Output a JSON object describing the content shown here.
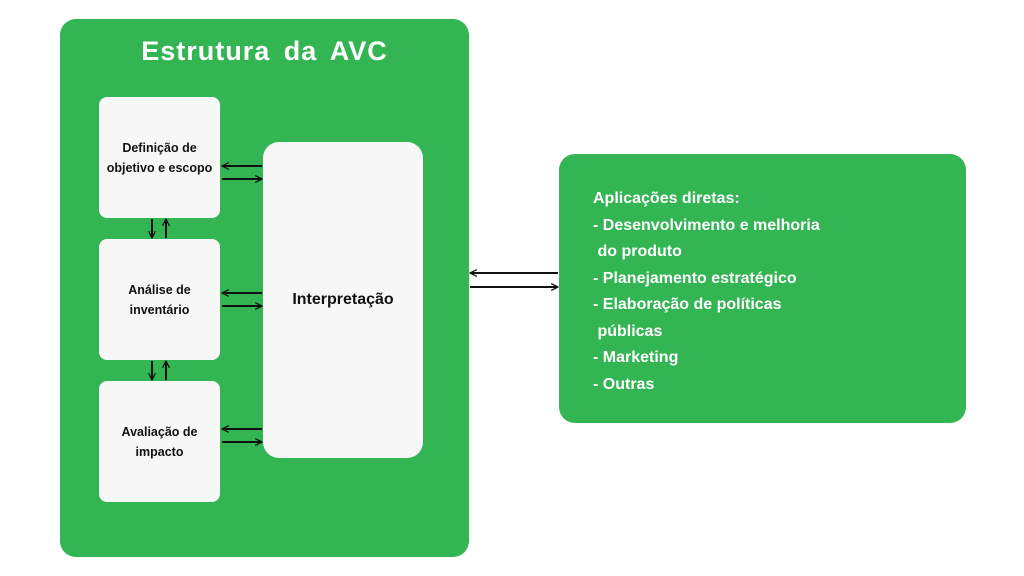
{
  "diagram": {
    "title": "Estrutura da AVC",
    "stages": [
      {
        "label": "Definição de objetivo e escopo"
      },
      {
        "label": "Análise de inventário"
      },
      {
        "label": "Avaliação de impacto"
      }
    ],
    "interpretation_label": "Interpretação",
    "applications": {
      "lines": [
        "Aplicações diretas:",
        "- Desenvolvimento e melhoria",
        " do produto",
        "- Planejamento estratégico",
        "- Elaboração de políticas",
        " públicas",
        "- Marketing",
        "- Outras"
      ]
    }
  },
  "colors": {
    "green": "#34b554",
    "box_fill": "#f7f7f7",
    "arrow": "#111111"
  }
}
